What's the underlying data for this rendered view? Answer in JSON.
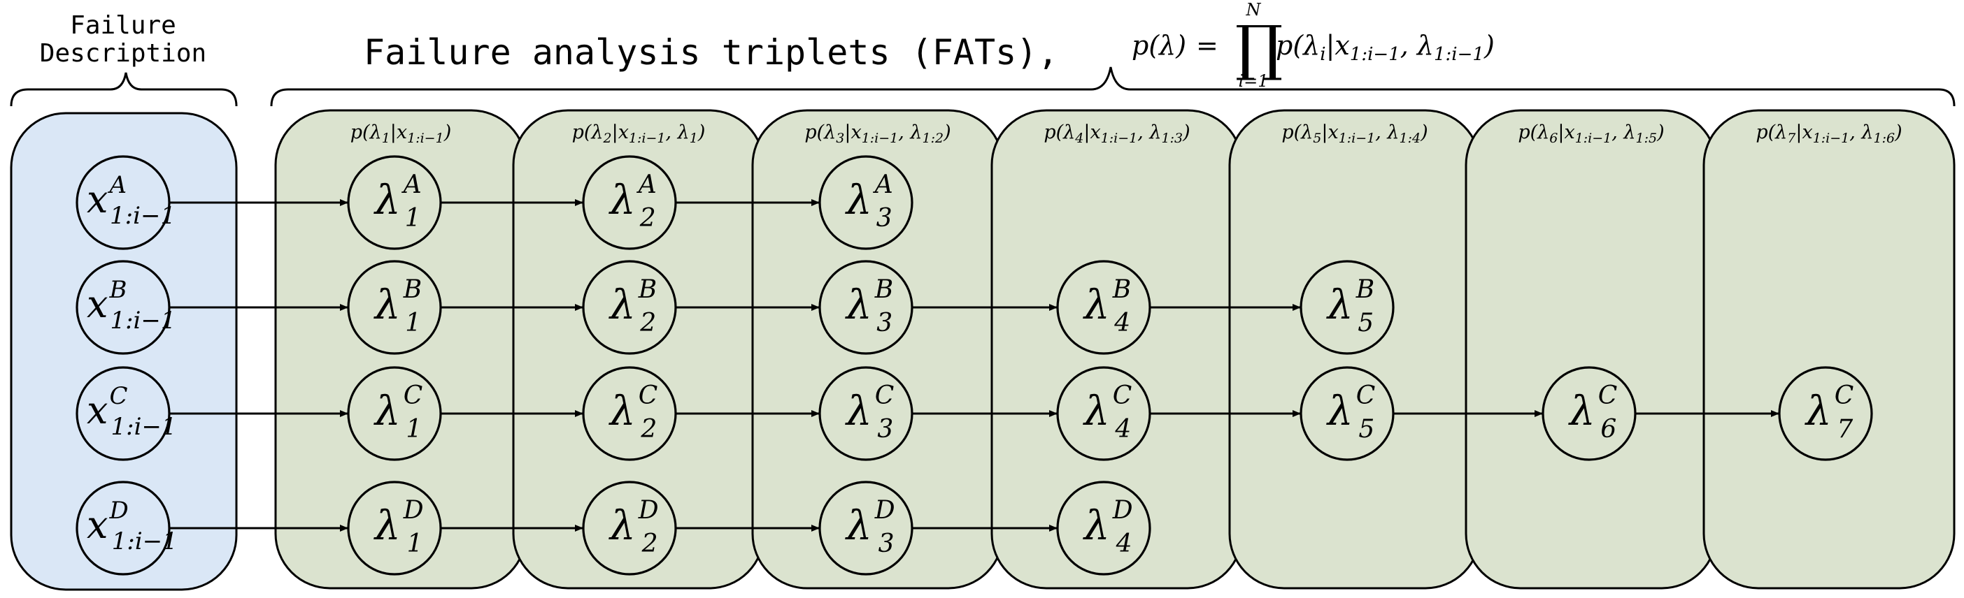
{
  "failure_description": {
    "title_line1": "Failure",
    "title_line2": "Description",
    "nodes": [
      {
        "sym": "x",
        "sup": "A",
        "sub": "1:i−1"
      },
      {
        "sym": "x",
        "sup": "B",
        "sub": "1:i−1"
      },
      {
        "sym": "x",
        "sup": "C",
        "sub": "1:i−1"
      },
      {
        "sym": "x",
        "sup": "D",
        "sub": "1:i−1"
      }
    ]
  },
  "fats": {
    "title": "Failure analysis triplets (FATs),",
    "formula": {
      "lhs": "p(λ)",
      "equals": "=",
      "prod": "∏",
      "upper": "N",
      "lower": "i=1",
      "rhs_main": "p(λ",
      "rhs_i": "i",
      "rhs_bar": "|x",
      "rhs_sub1": "1:i−1",
      "rhs_comma": ", λ",
      "rhs_sub2": "1:i−1",
      "rhs_close": ")"
    },
    "stages": [
      {
        "header_main": "p(λ",
        "header_idx": "1",
        "header_cond": "|x",
        "header_cond_sub": "1:i−1",
        "header_extra": "",
        "header_extra_sub": "",
        "header_close": ")",
        "nodes": [
          {
            "row": "A",
            "sup": "A",
            "sub": "1"
          },
          {
            "row": "B",
            "sup": "B",
            "sub": "1"
          },
          {
            "row": "C",
            "sup": "C",
            "sub": "1"
          },
          {
            "row": "D",
            "sup": "D",
            "sub": "1"
          }
        ]
      },
      {
        "header_main": "p(λ",
        "header_idx": "2",
        "header_cond": "|x",
        "header_cond_sub": "1:i−1",
        "header_extra": ", λ",
        "header_extra_sub": "1",
        "header_close": ")",
        "nodes": [
          {
            "row": "A",
            "sup": "A",
            "sub": "2"
          },
          {
            "row": "B",
            "sup": "B",
            "sub": "2"
          },
          {
            "row": "C",
            "sup": "C",
            "sub": "2"
          },
          {
            "row": "D",
            "sup": "D",
            "sub": "2"
          }
        ]
      },
      {
        "header_main": "p(λ",
        "header_idx": "3",
        "header_cond": "|x",
        "header_cond_sub": "1:i−1",
        "header_extra": ", λ",
        "header_extra_sub": "1:2",
        "header_close": ")",
        "nodes": [
          {
            "row": "A",
            "sup": "A",
            "sub": "3"
          },
          {
            "row": "B",
            "sup": "B",
            "sub": "3"
          },
          {
            "row": "C",
            "sup": "C",
            "sub": "3"
          },
          {
            "row": "D",
            "sup": "D",
            "sub": "3"
          }
        ]
      },
      {
        "header_main": "p(λ",
        "header_idx": "4",
        "header_cond": "|x",
        "header_cond_sub": "1:i−1",
        "header_extra": ", λ",
        "header_extra_sub": "1:3",
        "header_close": ")",
        "nodes": [
          {
            "row": "B",
            "sup": "B",
            "sub": "4"
          },
          {
            "row": "C",
            "sup": "C",
            "sub": "4"
          },
          {
            "row": "D",
            "sup": "D",
            "sub": "4"
          }
        ]
      },
      {
        "header_main": "p(λ",
        "header_idx": "5",
        "header_cond": "|x",
        "header_cond_sub": "1:i−1",
        "header_extra": ", λ",
        "header_extra_sub": "1:4",
        "header_close": ")",
        "nodes": [
          {
            "row": "B",
            "sup": "B",
            "sub": "5"
          },
          {
            "row": "C",
            "sup": "C",
            "sub": "5"
          }
        ]
      },
      {
        "header_main": "p(λ",
        "header_idx": "6",
        "header_cond": "|x",
        "header_cond_sub": "1:i−1",
        "header_extra": ", λ",
        "header_extra_sub": "1:5",
        "header_close": ")",
        "nodes": [
          {
            "row": "C",
            "sup": "C",
            "sub": "6"
          }
        ]
      },
      {
        "header_main": "p(λ",
        "header_idx": "7",
        "header_cond": "|x",
        "header_cond_sub": "1:i−1",
        "header_extra": ", λ",
        "header_extra_sub": "1:6",
        "header_close": ")",
        "nodes": [
          {
            "row": "C",
            "sup": "C",
            "sub": "7"
          }
        ]
      }
    ]
  },
  "node_symbol": "λ",
  "colors": {
    "failure_panel": "#dae7f6",
    "fat_panel": "#dbe3cf",
    "stroke": "#000000"
  }
}
